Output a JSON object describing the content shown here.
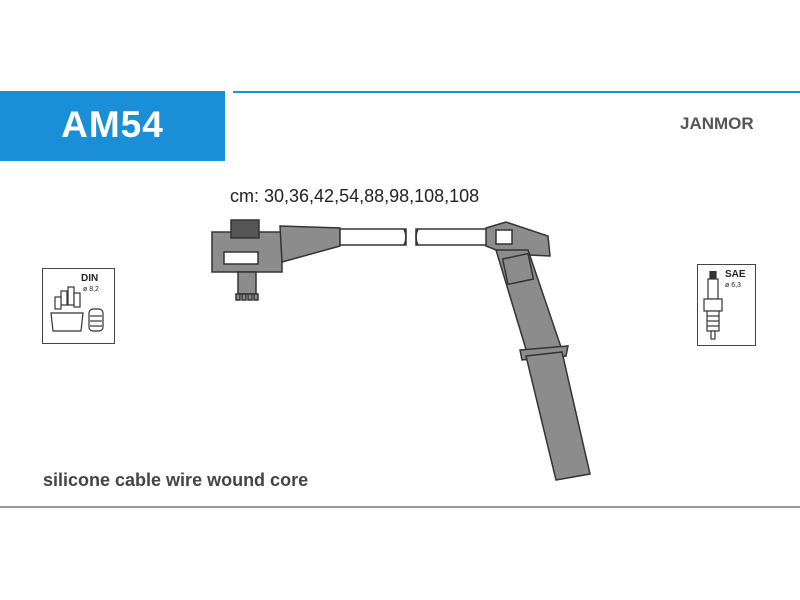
{
  "title": "AM54",
  "brand": "JANMOR",
  "lengths_label": "cm: 30,36,42,54,88,98,108,108",
  "footer": "silicone cable wire wound core",
  "din_badge": {
    "label": "DIN",
    "diameter": "ø 8,2"
  },
  "sae_badge": {
    "label": "SAE",
    "diameter": "ø 6,3"
  },
  "colors": {
    "accent": "#1a8fd8",
    "brand_text": "#555555",
    "part_fill": "#8c8c8c",
    "part_stroke": "#333333"
  }
}
